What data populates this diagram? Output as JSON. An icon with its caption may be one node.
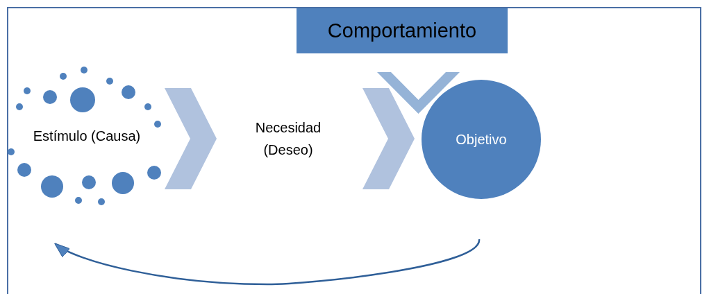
{
  "diagram": {
    "nodes": [
      {
        "text": [
          "Comportamiento"
        ]
      },
      {
        "text": [
          "Estímulo (Causa)"
        ]
      },
      {
        "text": [
          "Necesidad (Deseo)"
        ]
      },
      {
        "text": [
          "Objetivo"
        ]
      },
      {
        "text": [],
        "shape": "chevron"
      }
    ],
    "edges": [
      {
        "from": 1,
        "to": 2,
        "arrow": "to",
        "style": "thick"
      },
      {
        "from": 2,
        "to": 3,
        "arrow": "to",
        "style": "thick"
      },
      {
        "from": 3,
        "to": 1,
        "arrow": "to",
        "color": "#2f5f98"
      }
    ]
  }
}
